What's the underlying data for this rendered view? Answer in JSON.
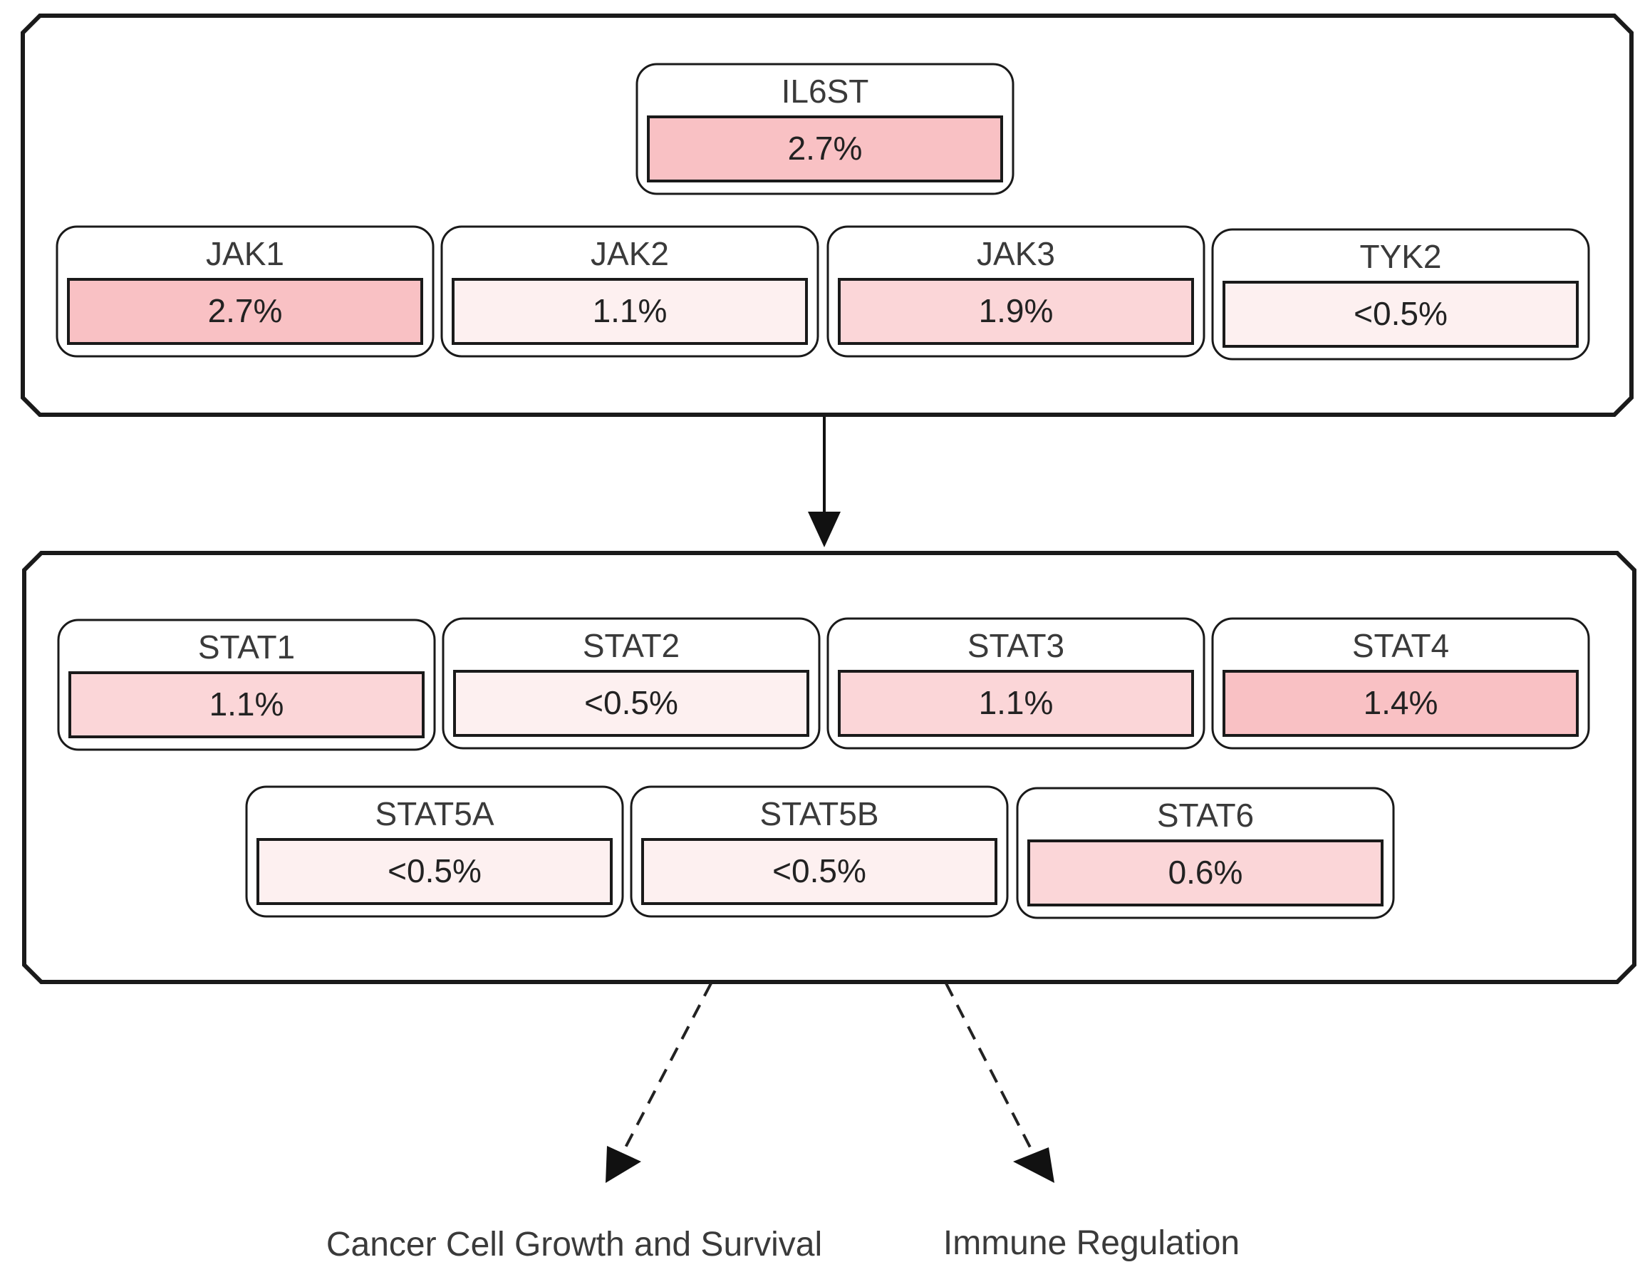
{
  "colors": {
    "frequency_high": "#f9c1c4",
    "frequency_mid": "#fbd6d8",
    "frequency_low": "#fdf0f0",
    "border": "#1a1a1a"
  },
  "receptor_group": {
    "genes": [
      {
        "name": "IL6ST",
        "value": "2.7%",
        "level": "high"
      }
    ]
  },
  "kinase_group": {
    "genes": [
      {
        "name": "JAK1",
        "value": "2.7%",
        "level": "high"
      },
      {
        "name": "JAK2",
        "value": "1.1%",
        "level": "low"
      },
      {
        "name": "JAK3",
        "value": "1.9%",
        "level": "mid"
      },
      {
        "name": "TYK2",
        "value": "<0.5%",
        "level": "low"
      }
    ]
  },
  "stat_group": {
    "genes": [
      {
        "name": "STAT1",
        "value": "1.1%",
        "level": "mid"
      },
      {
        "name": "STAT2",
        "value": "<0.5%",
        "level": "low"
      },
      {
        "name": "STAT3",
        "value": "1.1%",
        "level": "mid"
      },
      {
        "name": "STAT4",
        "value": "1.4%",
        "level": "high"
      },
      {
        "name": "STAT5A",
        "value": "<0.5%",
        "level": "low"
      },
      {
        "name": "STAT5B",
        "value": "<0.5%",
        "level": "low"
      },
      {
        "name": "STAT6",
        "value": "0.6%",
        "level": "mid"
      }
    ]
  },
  "outcomes": {
    "growth": "Cancer Cell Growth and Survival",
    "immune": "Immune Regulation"
  }
}
